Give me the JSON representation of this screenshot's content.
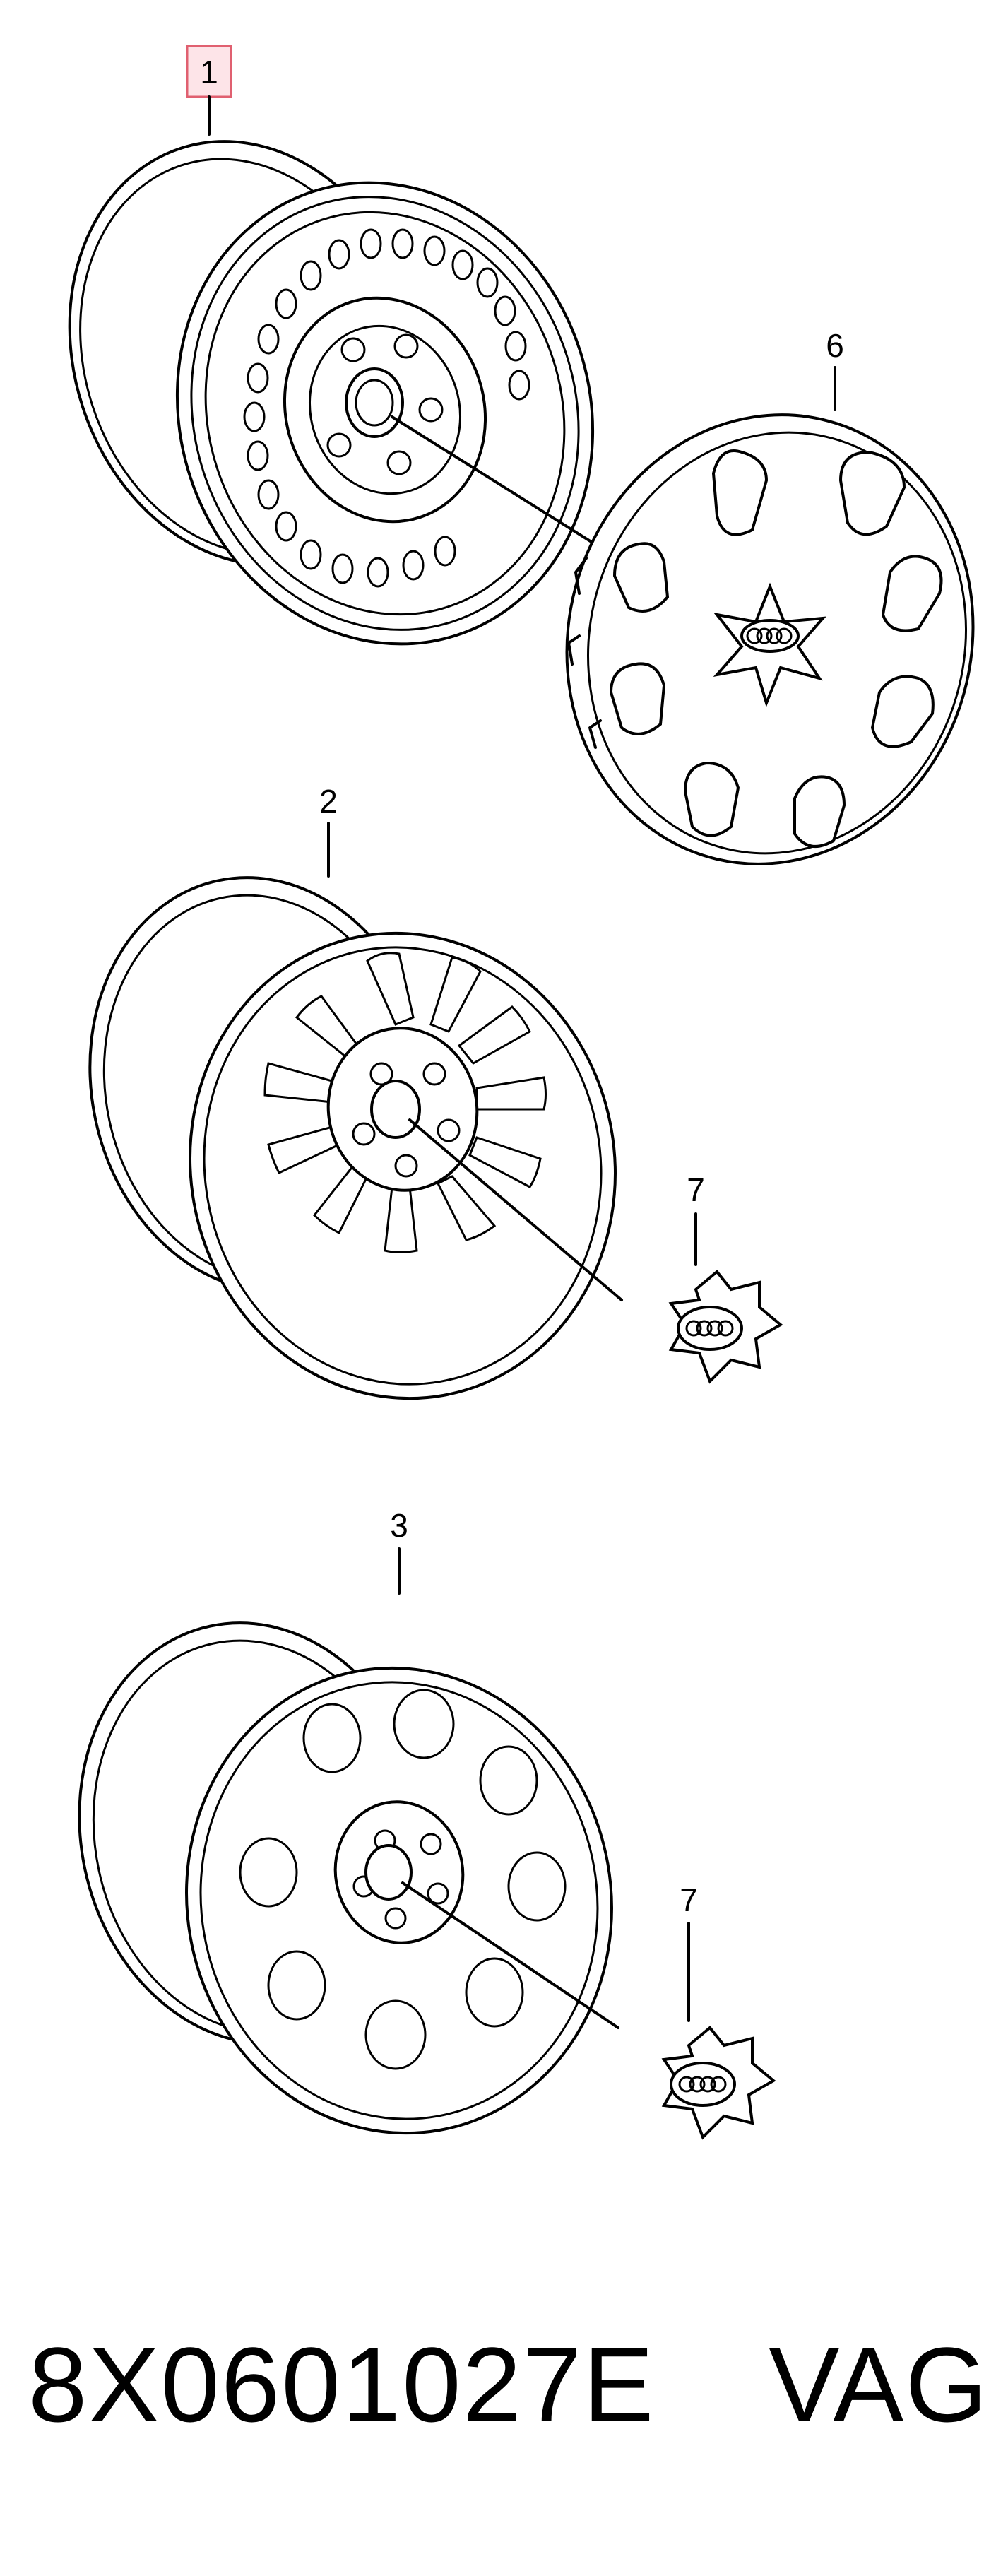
{
  "callouts": {
    "steel_rim": "1",
    "alloy_rim_spoked": "2",
    "alloy_rim_holes": "3",
    "hubcap": "6",
    "center_cap_a": "7",
    "center_cap_b": "7"
  },
  "footer": {
    "part_number": "8X0601027E",
    "brand": "VAG"
  },
  "colors": {
    "line": "#000000",
    "highlight_box_border": "#e06070",
    "highlight_box_fill": "#fde4e8",
    "background": "#ffffff"
  }
}
